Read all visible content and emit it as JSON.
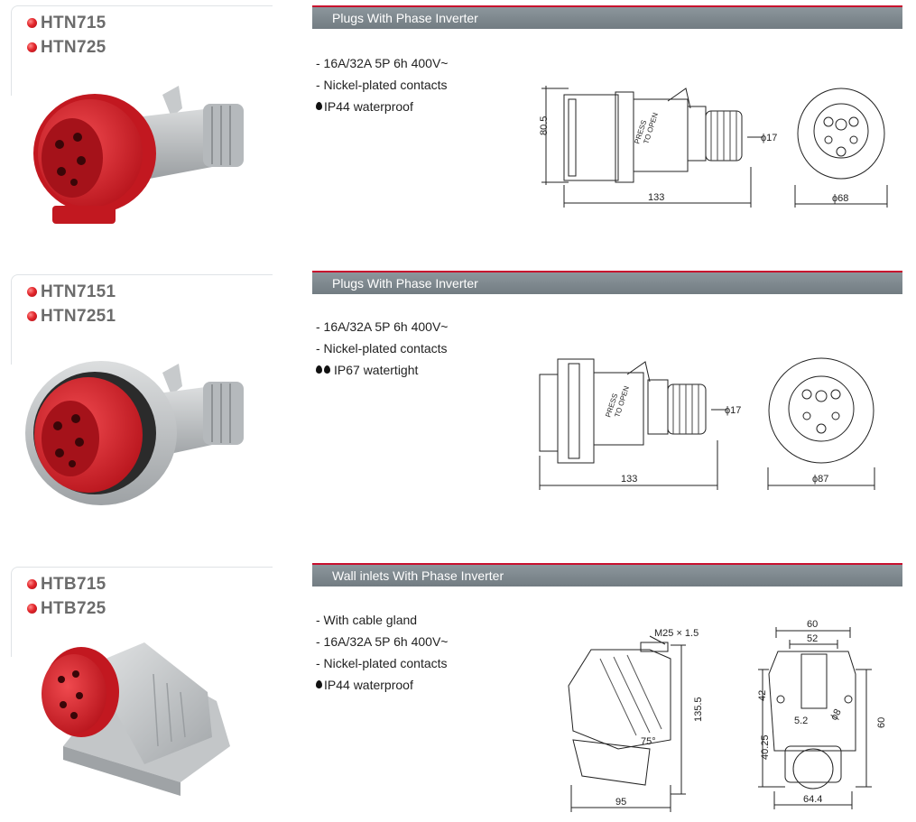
{
  "sections": [
    {
      "models": [
        "HTN715",
        "HTN725"
      ],
      "title": "Plugs With Phase Inverter",
      "specs": [
        {
          "text": "- 16A/32A 5P 6h 400V~",
          "icon": ""
        },
        {
          "text": "- Nickel-plated contacts",
          "icon": ""
        },
        {
          "text": " IP44 waterproof",
          "icon": "single-drop"
        }
      ],
      "dims": {
        "height": "80.5",
        "length": "133",
        "cable": "ϕ17",
        "diameter": "ϕ68",
        "press": "PRESS",
        "open": "TO OPEN"
      }
    },
    {
      "models": [
        "HTN7151",
        "HTN7251"
      ],
      "title": "Plugs With Phase Inverter",
      "specs": [
        {
          "text": "- 16A/32A 5P 6h 400V~",
          "icon": ""
        },
        {
          "text": "- Nickel-plated contacts",
          "icon": ""
        },
        {
          "text": " IP67 watertight",
          "icon": "double-drop"
        }
      ],
      "dims": {
        "length": "133",
        "cable": "ϕ17",
        "diameter": "ϕ87",
        "press": "PRESS",
        "open": "TO OPEN"
      }
    },
    {
      "models": [
        "HTB715",
        "HTB725"
      ],
      "title": "Wall inlets  With Phase Inverter",
      "specs": [
        {
          "text": "- With cable gland",
          "icon": ""
        },
        {
          "text": "- 16A/32A 5P 6h 400V~",
          "icon": ""
        },
        {
          "text": "- Nickel-plated contacts",
          "icon": ""
        },
        {
          "text": " IP44 waterproof",
          "icon": "single-drop"
        }
      ],
      "dims": {
        "thread": "M25 × 1.5",
        "height": "135.5",
        "angle": "75°",
        "depth": "95",
        "w60": "60",
        "w52": "52",
        "h42": "42",
        "r52": "5.2",
        "h4025": "40.25",
        "h60": "60",
        "w644": "64.4",
        "small": "ϕ8"
      }
    }
  ],
  "colors": {
    "accent": "#c8102e",
    "bar": "#7d878d",
    "plug_red": "#d71f26",
    "plug_grey": "#b9bcbe"
  }
}
